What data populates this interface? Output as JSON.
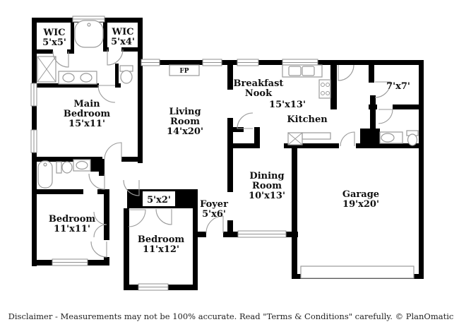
{
  "page": {
    "background": "#ffffff"
  },
  "colors": {
    "wall": "#000000",
    "fixture_outline": "#9a9a9a",
    "window_outline": "#8f8f8f",
    "text": "#111111"
  },
  "labels": {
    "wic_left": {
      "l1": "WIC",
      "l2": "5'x5'"
    },
    "wic_right": {
      "l1": "WIC",
      "l2": "5'x4'"
    },
    "main_bedroom": {
      "l1": "Main",
      "l2": "Bedroom",
      "l3": "15'x11'"
    },
    "living_room": {
      "l1": "Living",
      "l2": "Room",
      "l3": "14'x20'"
    },
    "breakfast_nook": {
      "l1": "Breakfast",
      "l2": "Nook",
      "dims": "15'x13'"
    },
    "kitchen": {
      "l1": "Kitchen"
    },
    "storage_7x7": {
      "l1": "7'x7'"
    },
    "dining_room": {
      "l1": "Dining",
      "l2": "Room",
      "l3": "10'x13'"
    },
    "garage": {
      "l1": "Garage",
      "l2": "19'x20'"
    },
    "bedroom_a": {
      "l1": "Bedroom",
      "l2": "11'x11'"
    },
    "closet_5x2": {
      "l1": "5'x2'"
    },
    "bedroom_b": {
      "l1": "Bedroom",
      "l2": "11'x12'"
    },
    "foyer": {
      "l1": "Foyer",
      "l2": "5'x6'"
    },
    "fireplace": {
      "l1": "FP"
    }
  },
  "footer": {
    "disclaimer": "Disclaimer - Measurements may not be 100% accurate. Read \"Terms & Conditions\" carefully. © PlanOmatic"
  }
}
